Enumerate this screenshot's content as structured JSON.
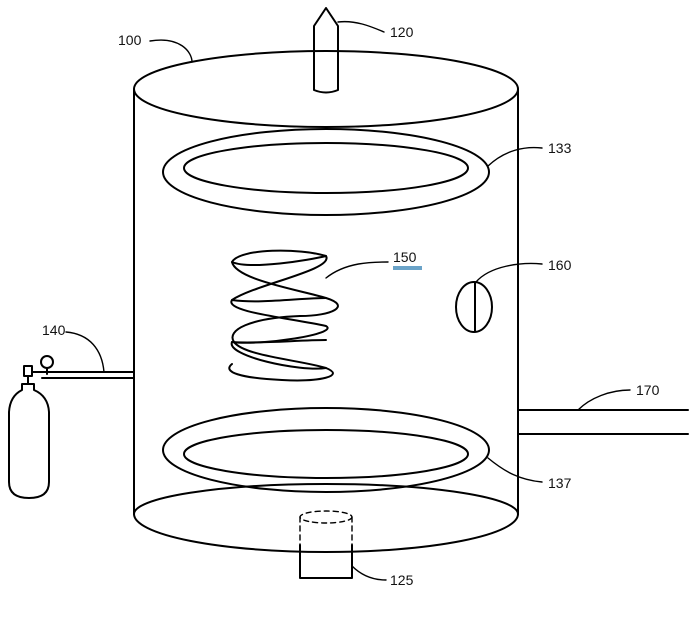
{
  "labels": {
    "chamber": "100",
    "top_outlet": "120",
    "upper_ring": "133",
    "lower_ring": "137",
    "gas_supply": "140",
    "coil": "150",
    "window": "160",
    "pipe": "170",
    "bottom_outlet": "125"
  },
  "colors": {
    "line": "#000000",
    "background": "#ffffff",
    "highlight_underline": "#6aa3c8"
  }
}
